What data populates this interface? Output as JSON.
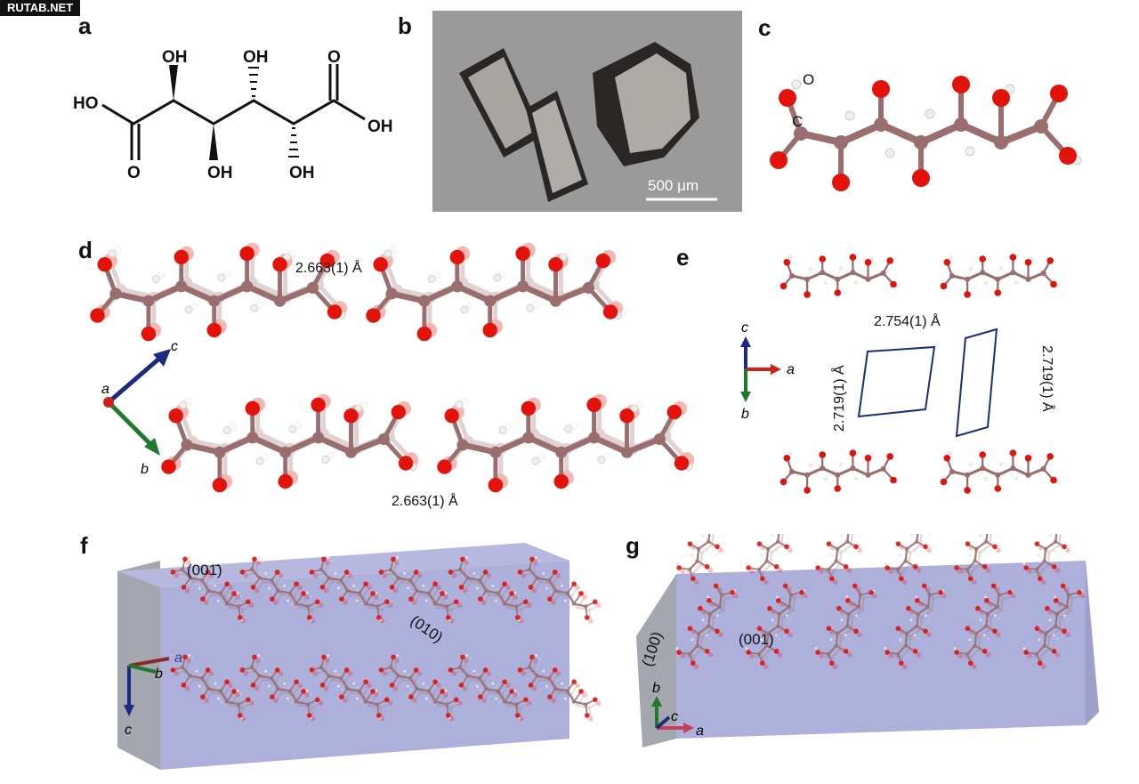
{
  "watermark": "RUTAB.NET",
  "panels": {
    "a": {
      "label": "a",
      "groups": {
        "oh1": "OH",
        "oh2": "OH",
        "o_top": "O",
        "ho_left": "HO",
        "oh_right": "OH",
        "o_bottom": "O",
        "oh3": "OH",
        "oh4": "OH"
      }
    },
    "b": {
      "label": "b",
      "scale_bar": "500 μm"
    },
    "c": {
      "label": "c",
      "atom_o": "O",
      "atom_c": "C"
    },
    "d": {
      "label": "d",
      "hbond_top": "2.663(1) Å",
      "hbond_bottom": "2.663(1) Å",
      "axes": {
        "a": "a",
        "b": "b",
        "c": "c"
      }
    },
    "e": {
      "label": "e",
      "hbond_top": "2.754(1) Å",
      "hbond_left": "2.719(1) Å",
      "hbond_right": "2.719(1) Å",
      "axes": {
        "a": "a",
        "b": "b",
        "c": "c"
      }
    },
    "f": {
      "label": "f",
      "face_top": "(001̄)",
      "face_front": "(010)",
      "axes": {
        "a": "a",
        "b": "b",
        "c": "c"
      }
    },
    "g": {
      "label": "g",
      "face_side": "(100)",
      "face_front": "(001)",
      "axes": {
        "a": "a",
        "b": "b",
        "c": "c"
      }
    }
  },
  "colors": {
    "carbon": "#9a6e6e",
    "oxygen": "#e3120b",
    "hydrogen": "#f2eeee",
    "crystal": "#aeb0dc",
    "axis_a": "#d0201a",
    "axis_b": "#1f7a2e",
    "axis_c": "#1c2a80"
  }
}
